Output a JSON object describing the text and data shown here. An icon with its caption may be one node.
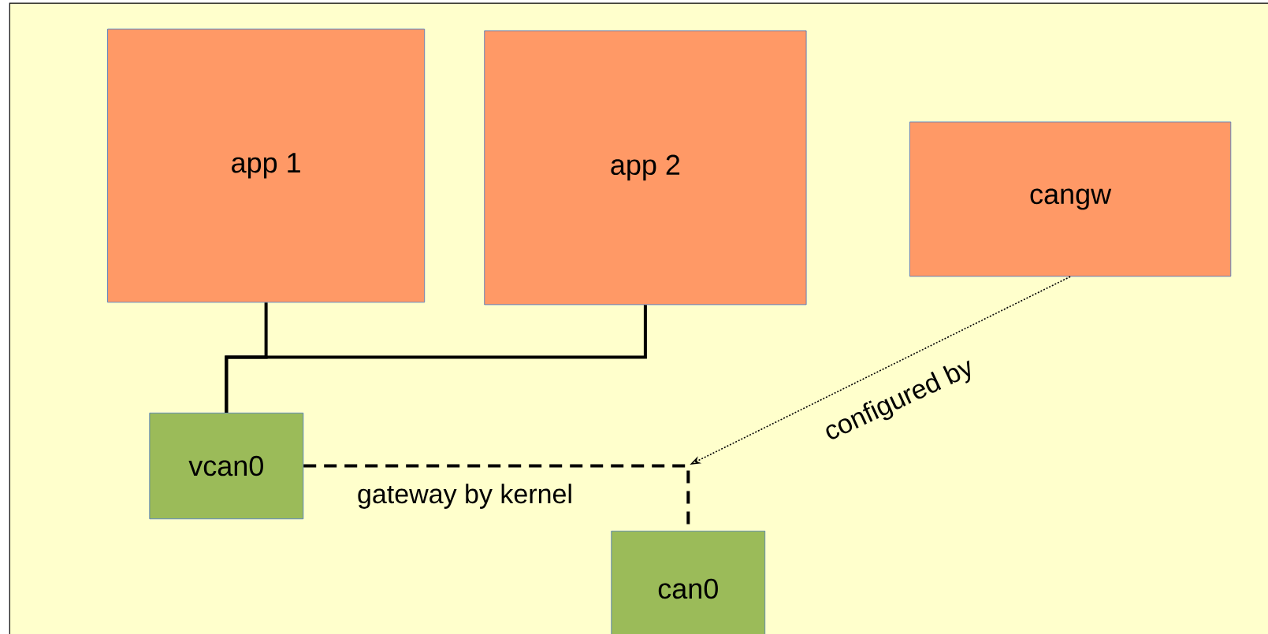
{
  "diagram": {
    "nodes": [
      {
        "text": [
          "app 1"
        ]
      },
      {
        "text": [
          "app 2"
        ]
      },
      {
        "text": [
          "cangw"
        ]
      },
      {
        "text": [
          "vcan0"
        ]
      },
      {
        "text": [
          "can0"
        ]
      }
    ],
    "edges": [
      {
        "from": 0,
        "to": 3,
        "arrow": "none"
      },
      {
        "from": 1,
        "to": 3,
        "arrow": "none"
      },
      {
        "from": 3,
        "to": 4,
        "arrow": "none",
        "style": "dashed",
        "label": "gateway by kernel"
      },
      {
        "from": 2,
        "to": null,
        "arrow": "to",
        "style": "dashed",
        "label": "configured by"
      }
    ]
  }
}
